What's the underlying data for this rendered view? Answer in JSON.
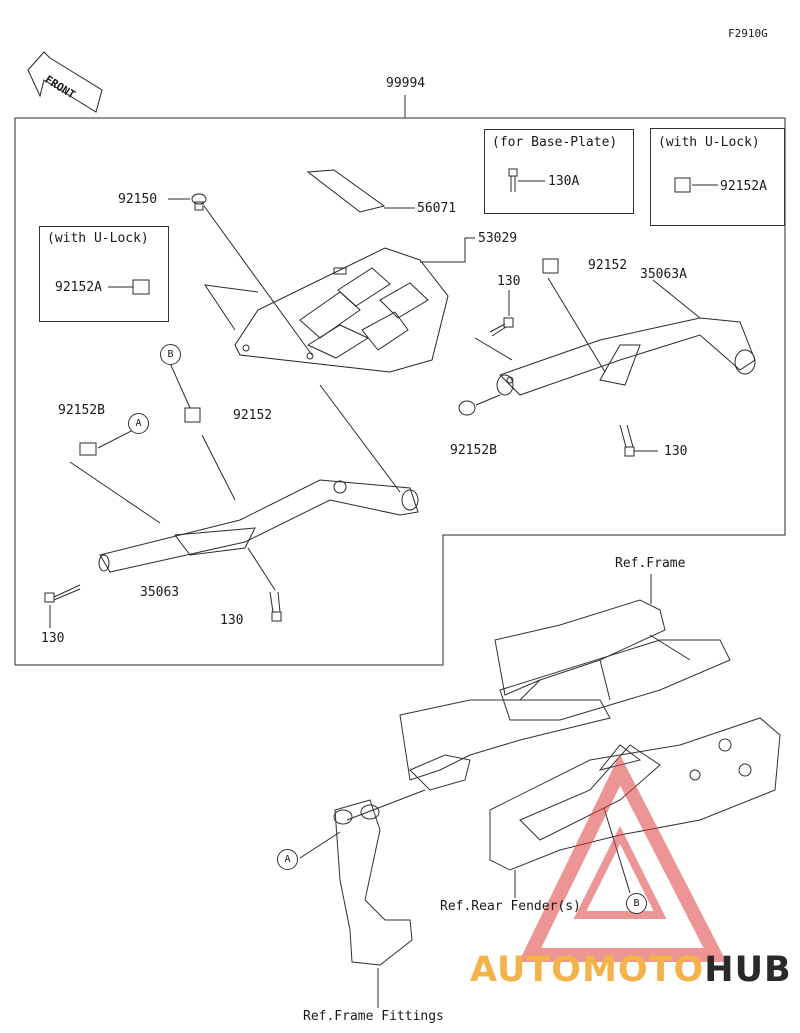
{
  "diagram": {
    "figure_code": "F2910G",
    "front_label": "FRONT",
    "assembly_number": "99994",
    "boxes": {
      "base_plate": {
        "title": "(for Base-Plate)",
        "part": "130A"
      },
      "ulock_right": {
        "title": "(with U-Lock)",
        "part": "92152A"
      },
      "ulock_left": {
        "title": "(with U-Lock)",
        "part": "92152A"
      }
    },
    "parts": {
      "p92150": "92150",
      "p56071": "56071",
      "p53029": "53029",
      "p130_top": "130",
      "p92152_top": "92152",
      "p35063A": "35063A",
      "p92152B_right": "92152B",
      "p130_right": "130",
      "p92152B_left": "92152B",
      "p92152_left": "92152",
      "p35063": "35063",
      "p130_left": "130",
      "p130_bottom": "130"
    },
    "refs": {
      "frame": "Ref.Frame",
      "rear_fender": "Ref.Rear Fender(s)",
      "frame_fittings": "Ref.Frame Fittings"
    },
    "callouts": {
      "a": "A",
      "b": "B"
    }
  },
  "watermark": {
    "part1": "AUTO",
    "part2": "MOTO",
    "part3": "HUB",
    "color_orange": "#f3b24a",
    "color_dark": "#2a2a2a",
    "color_red": "#e04040"
  }
}
